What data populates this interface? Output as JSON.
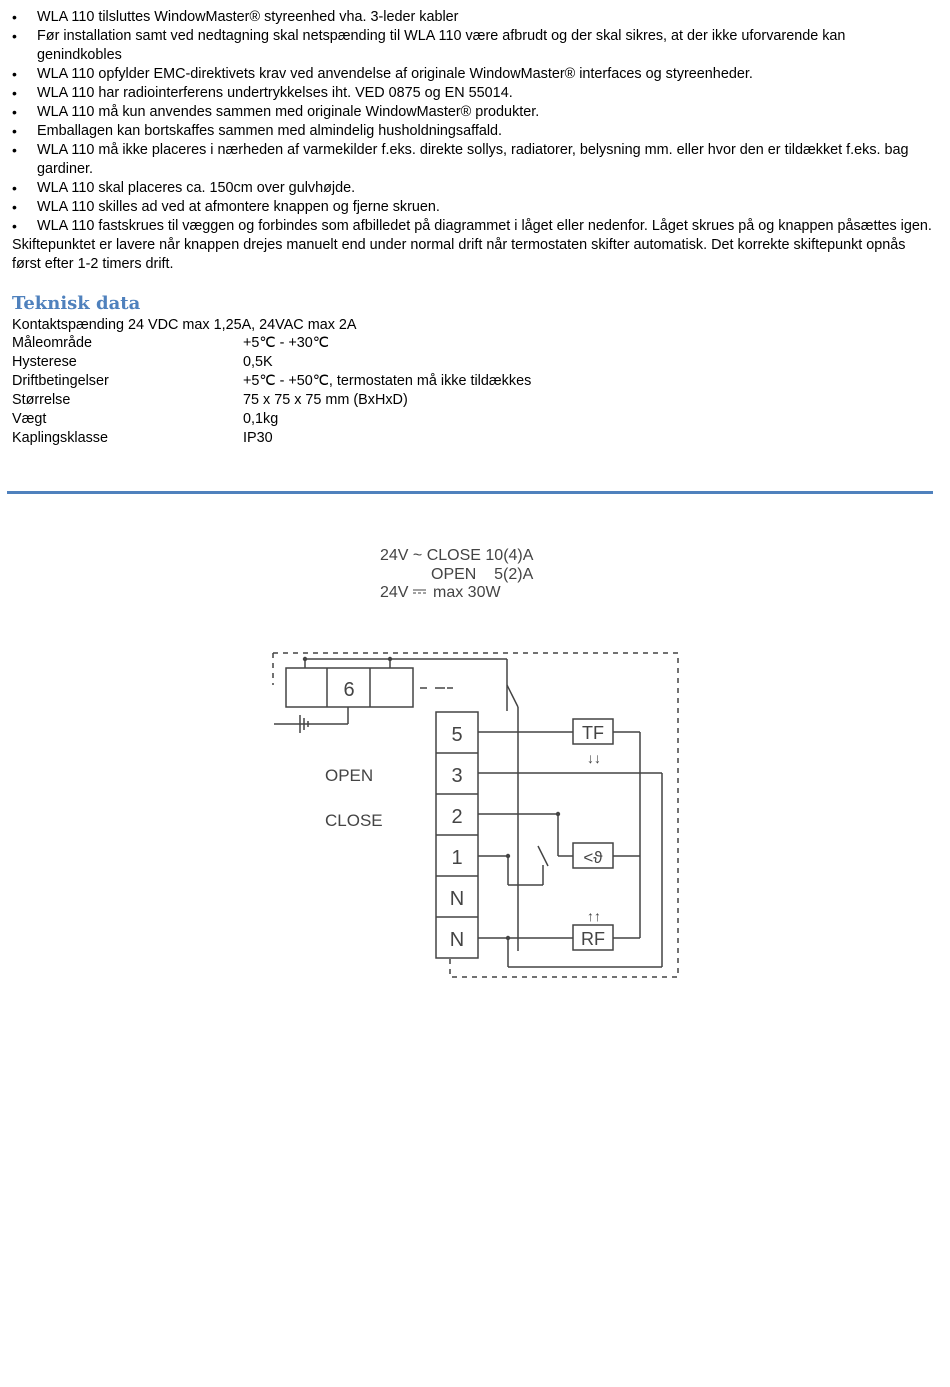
{
  "bullets": [
    "WLA 110 tilsluttes WindowMaster® styreenhed vha. 3-leder kabler",
    "Før installation samt ved nedtagning skal netspænding til WLA 110 være afbrudt og der skal sikres, at der ikke uforvarende kan genindkobles",
    "WLA 110 opfylder EMC-direktivets krav ved anvendelse af originale WindowMaster® interfaces og styreenheder.",
    "WLA 110 har radiointerferens undertrykkelses iht. VED 0875 og EN 55014.",
    "WLA 110 må kun anvendes sammen med originale WindowMaster® produkter.",
    "Emballagen kan bortskaffes sammen med almindelig husholdningsaffald.",
    "WLA 110 må ikke placeres i nærheden af varmekilder f.eks. direkte sollys, radiatorer, belysning mm. eller hvor den er tildækket f.eks. bag gardiner.",
    "WLA 110 skal placeres ca. 150cm over gulvhøjde.",
    "WLA 110 skilles ad ved at afmontere knappen og fjerne skruen.",
    "WLA 110 fastskrues til væggen og forbindes som afbilledet på diagrammet i låget eller nedenfor. Låget skrues på og knappen påsættes igen."
  ],
  "note": "Skiftepunktet er lavere når knappen drejes manuelt end under normal drift når termostaten skifter automatisk. Det korrekte skiftepunkt opnås først efter 1-2 timers drift.",
  "technical": {
    "heading": "Teknisk data",
    "contact_voltage": "Kontaktspænding 24 VDC max 1,25A, 24VAC max 2A",
    "rows": [
      {
        "label": "Måleområde",
        "value": "+5℃ - +30℃"
      },
      {
        "label": "Hysterese",
        "value": "0,5K"
      },
      {
        "label": "Driftbetingelser",
        "value": "+5℃ - +50℃, termostaten må ikke tildækkes"
      },
      {
        "label": "Størrelse",
        "value": "75 x 75 x 75 mm (BxHxD)"
      },
      {
        "label": "Vægt",
        "value": "0,1kg"
      },
      {
        "label": "Kaplingsklasse",
        "value": "IP30"
      }
    ]
  },
  "diagram": {
    "rating_line1": "24V ~ CLOSE 10(4)A",
    "rating_line2": "OPEN    5(2)A",
    "rating_line3_prefix": "24V",
    "rating_line3_suffix": "max 30W",
    "relay_label": "6",
    "open_label": "OPEN",
    "close_label": "CLOSE",
    "terminals": [
      "5",
      "3",
      "2",
      "1",
      "N",
      "N"
    ],
    "tf_label": "TF",
    "tf_arrows": "↓↓",
    "sensor_label": "<ϑ",
    "rf_arrows": "↑↑",
    "rf_label": "RF"
  }
}
